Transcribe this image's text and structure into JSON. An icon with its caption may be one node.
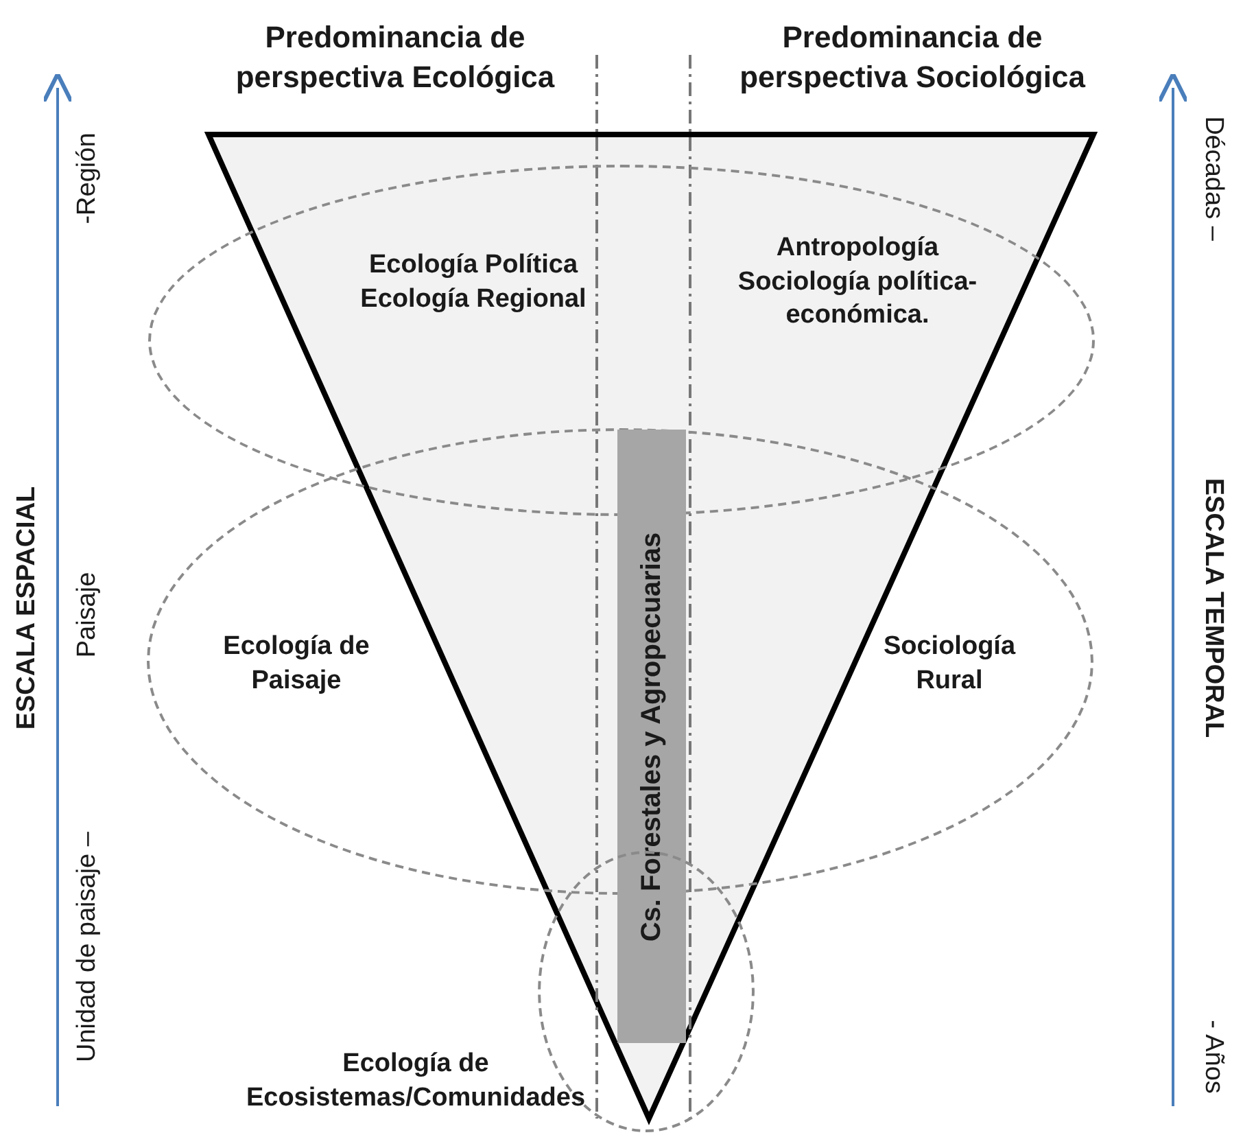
{
  "diagram": {
    "nodes": [
      {
        "text": [
          "Ecología Política Ecología Regional",
          "Antropología Sociología política-económica."
        ]
      },
      {
        "text": [
          "Ecología de Paisaje",
          "Sociología Rural"
        ]
      },
      {
        "text": [
          "Cs. Forestales y Agropecuarias"
        ]
      },
      {
        "text": [],
        "shape": "ellipse"
      }
    ],
    "edges": [],
    "labels": [
      "Predominancia de perspectiva Ecológica",
      "Predominancia de perspectiva Sociológica",
      "-Región",
      "Décadas –",
      "ESCALA ESPACIAL",
      "Paisaje",
      "ESCALA TEMPORAL",
      "Unidad de paisaje –",
      "- Años",
      "Ecología de Ecosistemas/Comunidades"
    ]
  }
}
